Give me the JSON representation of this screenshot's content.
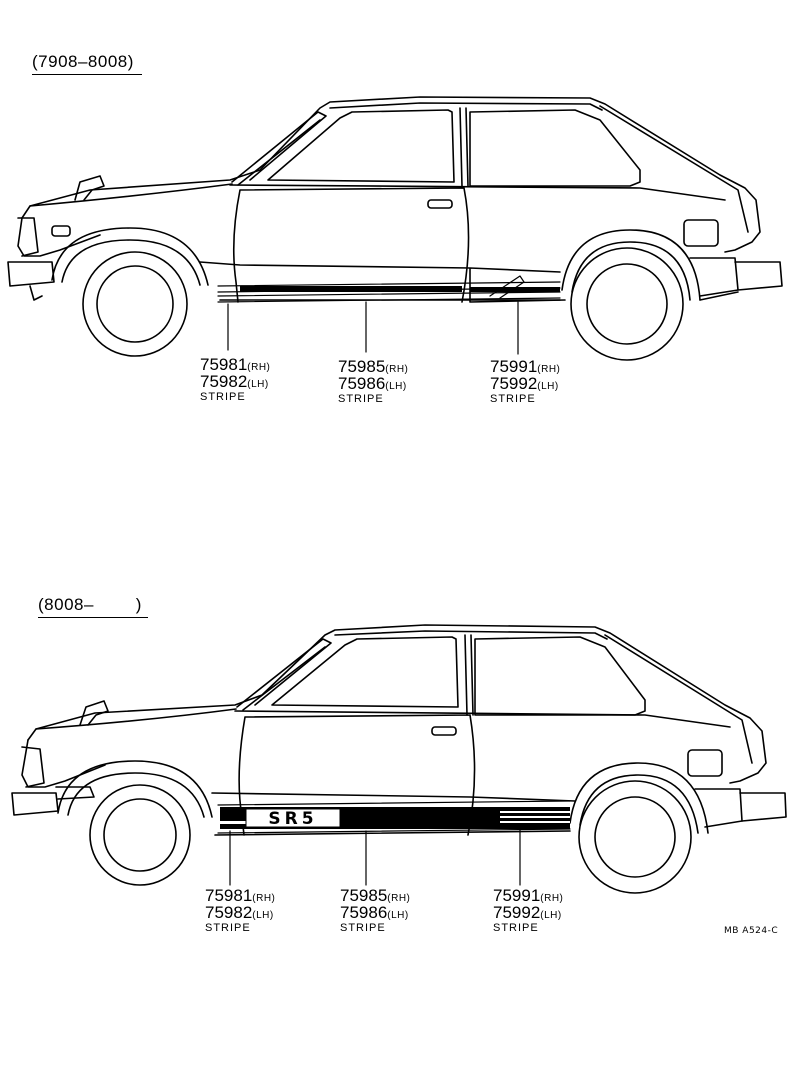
{
  "panels": [
    {
      "range": "(7908–8008)",
      "callouts": [
        {
          "pn_rh": "75981",
          "rh": "(RH)",
          "pn_lh": "75982",
          "lh": "(LH)",
          "name": "STRIPE"
        },
        {
          "pn_rh": "75985",
          "rh": "(RH)",
          "pn_lh": "75986",
          "lh": "(LH)",
          "name": "STRIPE"
        },
        {
          "pn_rh": "75991",
          "rh": "(RH)",
          "pn_lh": "75992",
          "lh": "(LH)",
          "name": "STRIPE"
        }
      ]
    },
    {
      "range": "(8008–        )",
      "stripe_text": "SR5",
      "callouts": [
        {
          "pn_rh": "75981",
          "rh": "(RH)",
          "pn_lh": "75982",
          "lh": "(LH)",
          "name": "STRIPE"
        },
        {
          "pn_rh": "75985",
          "rh": "(RH)",
          "pn_lh": "75986",
          "lh": "(LH)",
          "name": "STRIPE"
        },
        {
          "pn_rh": "75991",
          "rh": "(RH)",
          "pn_lh": "75992",
          "lh": "(LH)",
          "name": "STRIPE"
        }
      ]
    }
  ],
  "figure_code": "MB  A524-C"
}
